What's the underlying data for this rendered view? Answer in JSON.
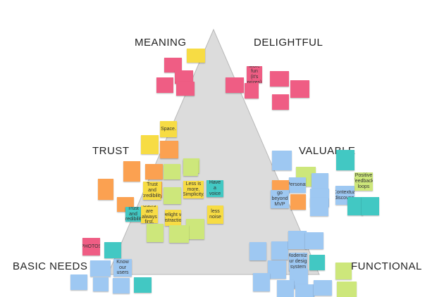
{
  "colors": {
    "triangle_fill": "#dcdcdc",
    "triangle_stroke": "#b8b8b8",
    "pink": "#ef5d84",
    "orange": "#fba151",
    "yellow": "#f7dc44",
    "blue": "#9ec8f2",
    "teal": "#42c8c3",
    "lime": "#cde77b",
    "text": "#222222"
  },
  "labels": {
    "meaning": "MEANING",
    "delightful": "DELIGHTFUL",
    "trust": "TRUST",
    "valuable": "VALUABLE",
    "basic_needs": "BASIC NEEDS",
    "functional": "FUNCTIONAL"
  },
  "notes": [
    {
      "color": "yellow",
      "text": "",
      "size": "small"
    },
    {
      "color": "pink",
      "text": "",
      "size": "small"
    },
    {
      "color": "pink",
      "text": "",
      "size": "small"
    },
    {
      "color": "pink",
      "text": "",
      "size": "small"
    },
    {
      "color": "pink",
      "text": "",
      "size": "small"
    },
    {
      "color": "pink",
      "text": "More fun (it's prizes)",
      "size": "big"
    },
    {
      "color": "pink",
      "text": "",
      "size": "small"
    },
    {
      "color": "pink",
      "text": "",
      "size": "small"
    },
    {
      "color": "pink",
      "text": "",
      "size": "small"
    },
    {
      "color": "pink",
      "text": "",
      "size": "small"
    },
    {
      "color": "pink",
      "text": "",
      "size": "small"
    },
    {
      "color": "yellow",
      "text": "Space.",
      "size": "big"
    },
    {
      "color": "yellow",
      "text": "",
      "size": "small"
    },
    {
      "color": "orange",
      "text": "",
      "size": "small"
    },
    {
      "color": "lime",
      "text": "",
      "size": "small"
    },
    {
      "color": "orange",
      "text": "",
      "size": "small"
    },
    {
      "color": "orange",
      "text": "",
      "size": "small"
    },
    {
      "color": "lime",
      "text": "",
      "size": "small"
    },
    {
      "color": "lime",
      "text": "",
      "size": "small"
    },
    {
      "color": "teal",
      "text": "Have a voice",
      "size": "big"
    },
    {
      "color": "orange",
      "text": "",
      "size": "small"
    },
    {
      "color": "yellow",
      "text": "Trust and credibility",
      "size": "big"
    },
    {
      "color": "lime",
      "text": "",
      "size": "small"
    },
    {
      "color": "yellow",
      "text": "Less is more. Simplicity.",
      "size": "big"
    },
    {
      "color": "orange",
      "text": "",
      "size": "small"
    },
    {
      "color": "orange",
      "text": "",
      "size": "small"
    },
    {
      "color": "orange",
      "text": "",
      "size": "small"
    },
    {
      "color": "teal",
      "text": "Trust and credibility",
      "size": "big"
    },
    {
      "color": "yellow",
      "text": "Users are always first.",
      "size": "big"
    },
    {
      "color": "yellow",
      "text": "Delight vs distraction",
      "size": "big"
    },
    {
      "color": "lime",
      "text": "",
      "size": "small"
    },
    {
      "color": "yellow",
      "text": "less noise",
      "size": "big"
    },
    {
      "color": "lime",
      "text": "",
      "size": "small"
    },
    {
      "color": "lime",
      "text": "",
      "size": "small"
    },
    {
      "color": "blue",
      "text": "",
      "size": "small"
    },
    {
      "color": "lime",
      "text": "",
      "size": "small"
    },
    {
      "color": "blue",
      "text": "",
      "size": "small"
    },
    {
      "color": "blue",
      "text": "Personas",
      "size": "big"
    },
    {
      "color": "teal",
      "text": "",
      "size": "small"
    },
    {
      "color": "lime",
      "text": "Positive feedback loops",
      "size": "big"
    },
    {
      "color": "orange",
      "text": "",
      "size": "small"
    },
    {
      "color": "blue",
      "text": "go beyond MVP",
      "size": "big"
    },
    {
      "color": "blue",
      "text": "",
      "size": "small"
    },
    {
      "color": "blue",
      "text": "Contextual discovery",
      "size": "big"
    },
    {
      "color": "teal",
      "text": "",
      "size": "small"
    },
    {
      "color": "orange",
      "text": "",
      "size": "small"
    },
    {
      "color": "blue",
      "text": "",
      "size": "small"
    },
    {
      "color": "teal",
      "text": "",
      "size": "small"
    },
    {
      "color": "pink",
      "text": "PHOTOS",
      "size": "big"
    },
    {
      "color": "teal",
      "text": "",
      "size": "small"
    },
    {
      "color": "blue",
      "text": "",
      "size": "small"
    },
    {
      "color": "blue",
      "text": "Know our users",
      "size": "big"
    },
    {
      "color": "blue",
      "text": "",
      "size": "small"
    },
    {
      "color": "blue",
      "text": "",
      "size": "small"
    },
    {
      "color": "blue",
      "text": "",
      "size": "small"
    },
    {
      "color": "teal",
      "text": "",
      "size": "small"
    },
    {
      "color": "blue",
      "text": "",
      "size": "small"
    },
    {
      "color": "blue",
      "text": "",
      "size": "small"
    },
    {
      "color": "blue",
      "text": "",
      "size": "small"
    },
    {
      "color": "teal",
      "text": "",
      "size": "small"
    },
    {
      "color": "blue",
      "text": "",
      "size": "small"
    },
    {
      "color": "blue",
      "text": "Modernize our design system",
      "size": "big"
    },
    {
      "color": "blue",
      "text": "",
      "size": "small"
    },
    {
      "color": "blue",
      "text": "",
      "size": "small"
    },
    {
      "color": "blue",
      "text": "",
      "size": "small"
    },
    {
      "color": "blue",
      "text": "",
      "size": "small"
    },
    {
      "color": "lime",
      "text": "",
      "size": "small"
    },
    {
      "color": "blue",
      "text": "",
      "size": "small"
    },
    {
      "color": "blue",
      "text": "",
      "size": "small"
    },
    {
      "color": "lime",
      "text": "",
      "size": "small"
    }
  ]
}
